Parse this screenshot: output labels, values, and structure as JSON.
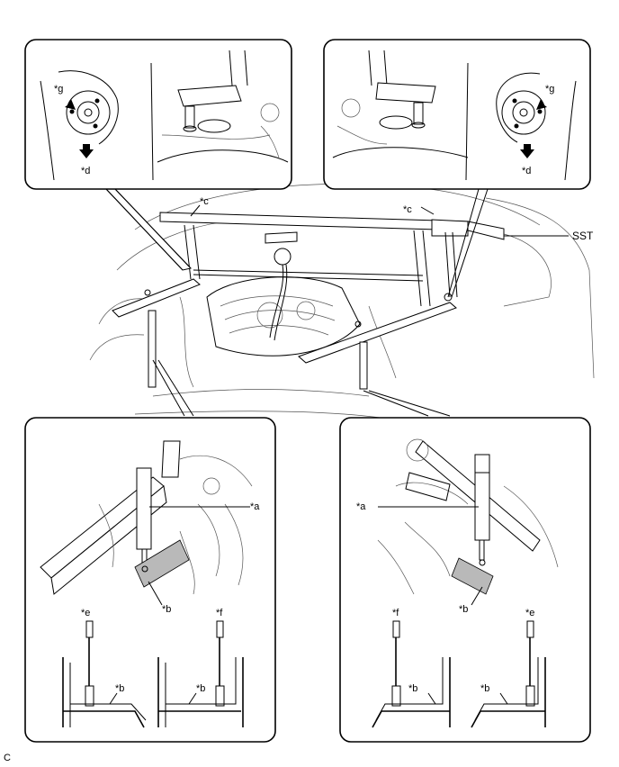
{
  "labels": {
    "a": "*a",
    "b": "*b",
    "c": "*c",
    "d": "*d",
    "e": "*e",
    "f": "*f",
    "g": "*g",
    "sst": "SST"
  },
  "figure_code": "C"
}
